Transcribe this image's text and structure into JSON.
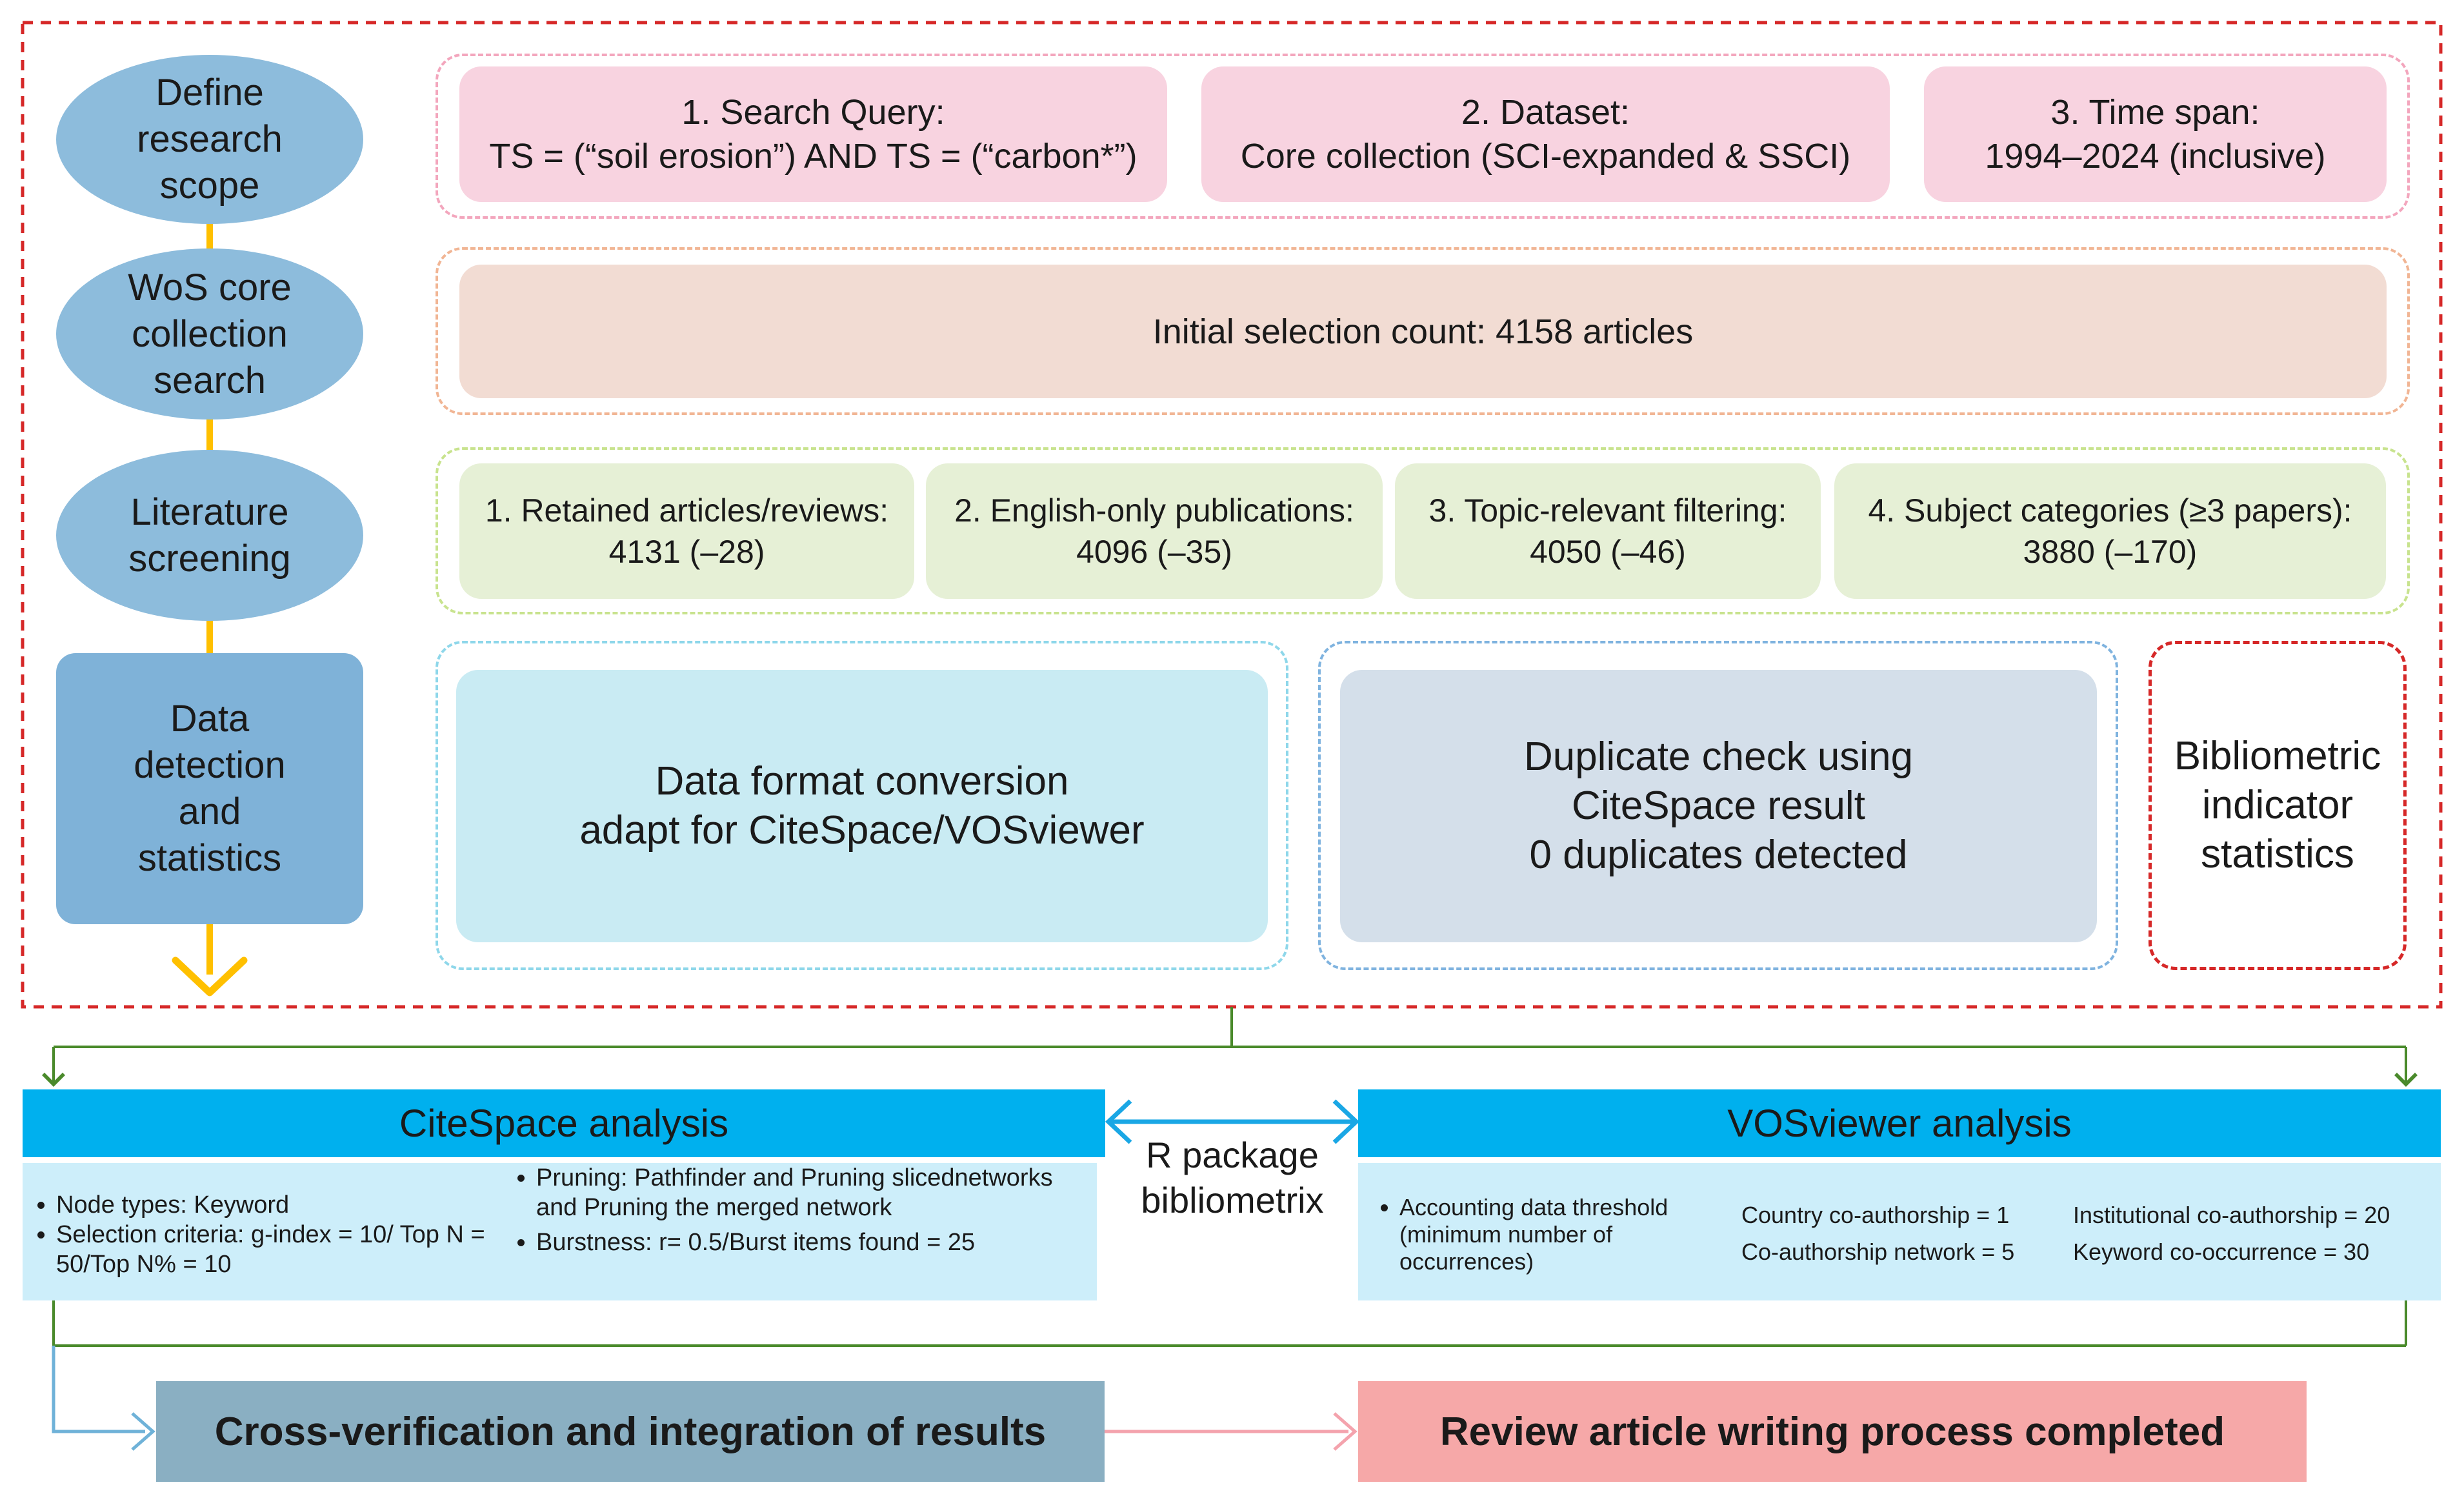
{
  "colors": {
    "outer_border": "#d62828",
    "ellipse_fill": "#8dbcdc",
    "connector_yellow": "#ffc000",
    "branch_green": "#4a8a2b",
    "bar_blue": "#00b0ee",
    "detail_blue": "#cdeefa",
    "cross_box": "#8aafc2",
    "review_box": "#f6a8a8"
  },
  "steps": {
    "define": [
      "Define",
      "research",
      "scope"
    ],
    "wos": [
      "WoS core",
      "collection",
      "search"
    ],
    "screening": [
      "Literature",
      "screening"
    ],
    "detection": [
      "Data",
      "detection",
      "and",
      "statistics"
    ]
  },
  "scope": {
    "query_title": "1. Search Query:",
    "query_text": "TS = (“soil erosion”) AND TS = (“carbon*”)",
    "dataset_title": "2. Dataset:",
    "dataset_text": "Core collection (SCI-expanded & SSCI)",
    "timespan_title": "3. Time span:",
    "timespan_text": "1994–2024 (inclusive)"
  },
  "search": {
    "initial_count": "Initial selection count: 4158 articles"
  },
  "screening": {
    "items": [
      {
        "title": "1. Retained articles/reviews:",
        "value": "4131 (–28)"
      },
      {
        "title": "2. English-only publications:",
        "value": "4096 (–35)"
      },
      {
        "title": "3. Topic-relevant filtering:",
        "value": "4050 (–46)"
      },
      {
        "title": "4. Subject categories (≥3 papers):",
        "value": "3880 (–170)"
      }
    ]
  },
  "detection": {
    "conversion": [
      "Data format conversion",
      "adapt for CiteSpace/VOSviewer"
    ],
    "duplicate": [
      "Duplicate check using",
      "CiteSpace result",
      "0 duplicates detected"
    ],
    "bibliometric": [
      "Bibliometric",
      "indicator",
      "statistics"
    ]
  },
  "citespace": {
    "title": "CiteSpace analysis",
    "left_bullets": [
      "Node types: Keyword",
      "Selection criteria: g-index = 10/ Top N = 50/Top N% = 10"
    ],
    "right_bullets": [
      "Pruning: Pathfinder and Pruning slicednetworks and Pruning the merged network",
      "Burstness:  r= 0.5/Burst items found = 25"
    ]
  },
  "rpackage": [
    "R package",
    "bibliometrix"
  ],
  "vosviewer": {
    "title": "VOSviewer analysis",
    "threshold_bullet": "Accounting data threshold (minimum number of occurrences)",
    "country": "Country co-authorship = 1",
    "coauthor": "Co-authorship network = 5",
    "institution": "Institutional co-authorship = 20",
    "keyword": "Keyword co-occurrence = 30"
  },
  "outcomes": {
    "cross": "Cross-verification and integration of results",
    "review": "Review article writing process completed"
  }
}
